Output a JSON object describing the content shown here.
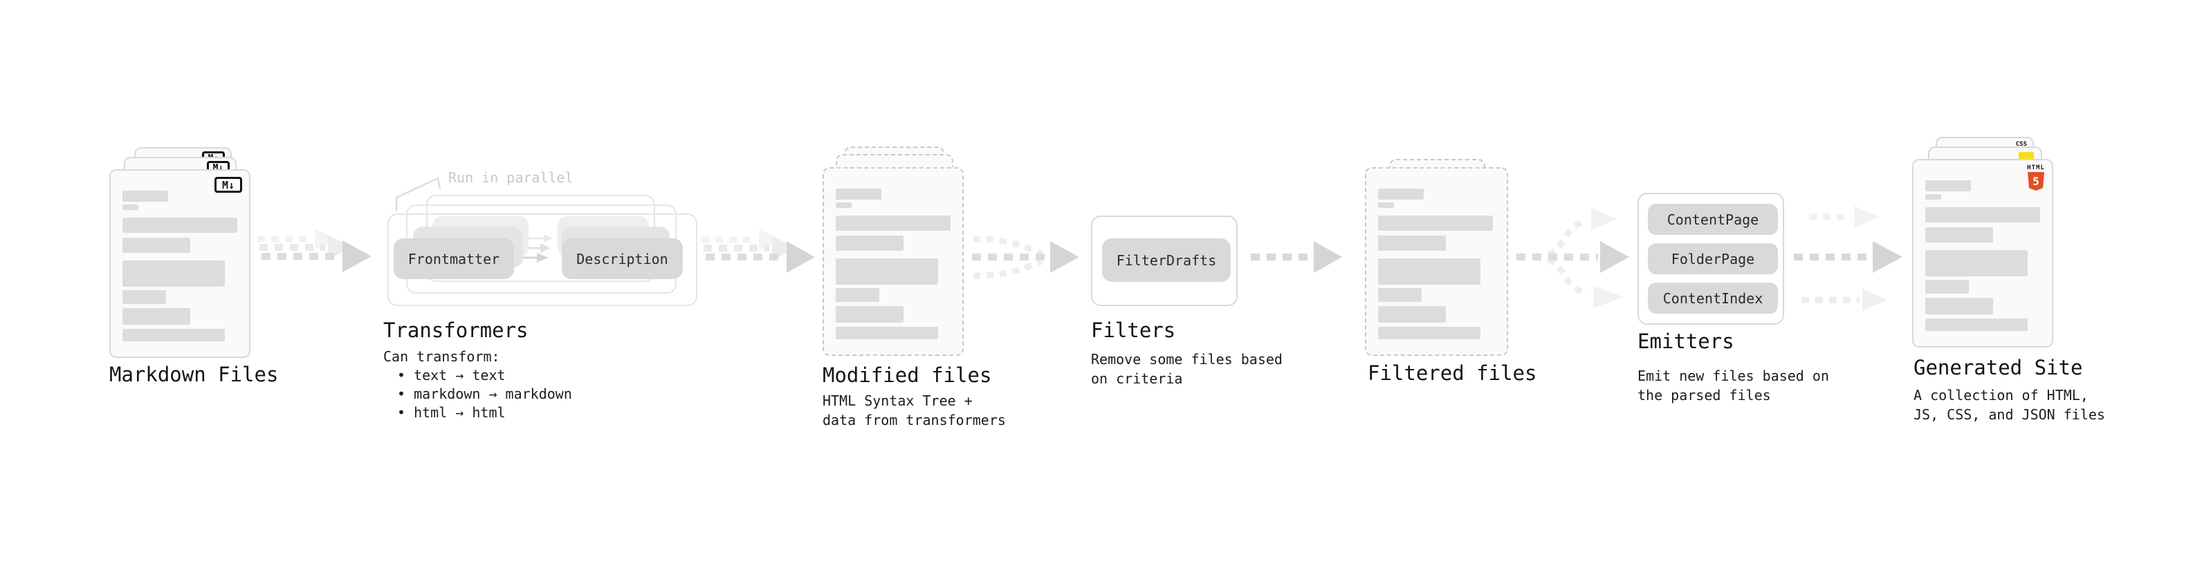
{
  "stages": {
    "markdown_files": {
      "label": "Markdown Files",
      "file_badge": "M↓"
    },
    "transformers": {
      "label": "Transformers",
      "annotation": "Run in parallel",
      "pills": [
        "Frontmatter",
        "Description"
      ],
      "caption_title": "Can transform:",
      "bullets": [
        "• text → text",
        "• markdown → markdown",
        "• html → html"
      ]
    },
    "modified_files": {
      "label": "Modified files",
      "caption": "HTML Syntax Tree +\ndata from transformers"
    },
    "filters": {
      "label": "Filters",
      "pills": [
        "FilterDrafts"
      ],
      "caption": "Remove some files based\non criteria"
    },
    "filtered_files": {
      "label": "Filtered files"
    },
    "emitters": {
      "label": "Emitters",
      "pills": [
        "ContentPage",
        "FolderPage",
        "ContentIndex"
      ],
      "caption": "Emit new files based on\nthe parsed files"
    },
    "generated_site": {
      "label": "Generated Site",
      "caption": "A collection of HTML,\nJS, CSS, and JSON files",
      "badges": {
        "css_label": "CSS",
        "html_label": "HTML",
        "html_number": "5"
      }
    }
  },
  "colors": {
    "arrow_main": "#d5d5d5",
    "arrow_light": "#f0f0f0",
    "html5_orange": "#e34f26",
    "js_yellow": "#f5de19",
    "css_blue": "#2965f1"
  }
}
